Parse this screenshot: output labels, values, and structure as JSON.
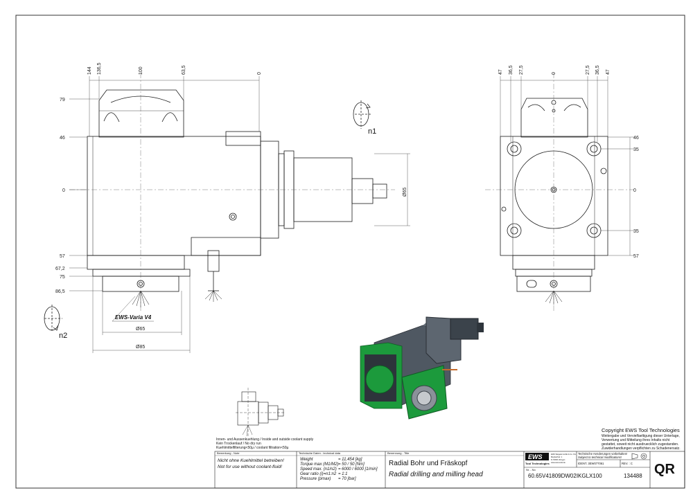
{
  "side_view": {
    "dims_top": [
      "144",
      "136,5",
      "100",
      "63,5",
      "0"
    ],
    "dims_left": [
      "79",
      "46",
      "0",
      "57",
      "67,2",
      "75",
      "86,5"
    ],
    "dia_body": "Ø65",
    "dia_bottom_1": "Ø65",
    "dia_bottom_2": "Ø85",
    "rotation_1": "n1",
    "rotation_2": "n2",
    "coolant_label": "EWS-Varia V4"
  },
  "front_view": {
    "dims_top": [
      "47",
      "36,5",
      "27,5",
      "0",
      "27,5",
      "36,5",
      "47"
    ],
    "dims_right": [
      "46",
      "35",
      "0",
      "35",
      "57"
    ]
  },
  "notes": {
    "coolant_lines": [
      "Innen- und Aussenkuehlung / Inside and outside coolant supply",
      "Kein Trockenlauf / No dry run",
      "Kuehlmittelfilterung<50µ / coolant filtration<50µ"
    ]
  },
  "copyright": {
    "title": "Copyright EWS Tool Technologies",
    "lines": [
      "Weitergabe und Vervielfaeltigung dieser Unterlage,",
      "Verwertung und Mitteilung ihres Inhalts nicht",
      "gestattet, soweit nicht ausdruecklich zugestanden.",
      "Zuwiderhandlungen verpflichten zu Schadenersatz."
    ]
  },
  "title_block": {
    "remark_header": "Bemerkung - Note",
    "remark_1": "Nicht ohne Kuehlmittel betreiben!",
    "remark_2": "Not for use without coolant-fluid!",
    "tech_header": "Technische Daten - technical data",
    "tech_rows": [
      {
        "label": "Weight",
        "value": "= 11,454 [kg]"
      },
      {
        "label": "Torque max (M1/M2)",
        "value": "= 50 / 50 [Nm]"
      },
      {
        "label": "Speed max. (n1/n2)",
        "value": "= 6000 / 6000 [1/min]"
      },
      {
        "label": "Gear ratio (i)=n1:n2",
        "value": "= 1:1"
      },
      {
        "label": "Pressure (pmax)",
        "value": "= 70 [bar]"
      }
    ],
    "designation_header": "Benennung - Title",
    "title_de": "Radial Bohr und Fräskopf",
    "title_en": "Radial drilling and milling head",
    "logo_text": "EWS",
    "logo_sub": "Tool Technologies",
    "address_lines": [
      "EWS Weigele GmbH & Co. KG",
      "Maybachstr. 1",
      "D-73066 Uhingen",
      "www.ews-tools.de"
    ],
    "change_line_1": "Technische Aenderungen vorbehalten!",
    "change_line_2": "Subject to technical modifications!",
    "ident": "IDENT. 3EW077061",
    "rev": "REV. : C",
    "part_number_label": "Nr. - No",
    "part_number": "60.65V41809DW02IKGLX100",
    "item_number": "134488",
    "qr": "QR"
  },
  "colors": {
    "line": "#1a1a1a",
    "green": "#1c9a3c",
    "steel": "#4f5862"
  }
}
